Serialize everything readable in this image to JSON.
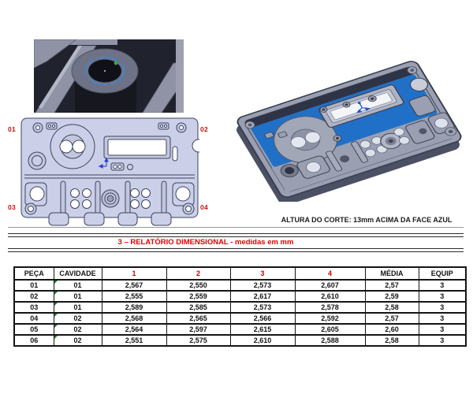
{
  "detail_view": {
    "name": "cad-detail-closeup",
    "selection_color": "#3f86d8",
    "marker_color": "#2fae44"
  },
  "drawing": {
    "corner_labels": [
      "01",
      "02",
      "03",
      "04"
    ]
  },
  "iso_view": {
    "name": "cad-isometric-view",
    "face_color": "#2070c8"
  },
  "caption": "ALTURA DO CORTE: 13mm ACIMA DA FACE AZUL",
  "section_title": "3 – RELATÓRIO DIMENSIONAL - medidas em mm",
  "table": {
    "headers": [
      "PEÇA",
      "CAVIDADE",
      "1",
      "2",
      "3",
      "4",
      "MÉDIA",
      "EQUIP"
    ],
    "rows": [
      [
        "01",
        "01",
        "2,567",
        "2,550",
        "2,573",
        "2,607",
        "2,57",
        "3"
      ],
      [
        "02",
        "01",
        "2,555",
        "2,559",
        "2,617",
        "2,610",
        "2,59",
        "3"
      ],
      [
        "03",
        "01",
        "2,589",
        "2,585",
        "2,573",
        "2,578",
        "2,58",
        "3"
      ],
      [
        "04",
        "02",
        "2,568",
        "2,565",
        "2,566",
        "2,592",
        "2,57",
        "3"
      ],
      [
        "05",
        "02",
        "2,564",
        "2,597",
        "2,615",
        "2,605",
        "2,60",
        "3"
      ],
      [
        "06",
        "02",
        "2,551",
        "2,575",
        "2,610",
        "2,588",
        "2,58",
        "3"
      ]
    ]
  },
  "colors": {
    "accent_red": "#df0000",
    "label_red": "#cc1111",
    "face_blue": "#2070c8",
    "selection_blue": "#3f86d8",
    "marker_green": "#2fae44",
    "drawing_fill": "#cbcfe8"
  }
}
